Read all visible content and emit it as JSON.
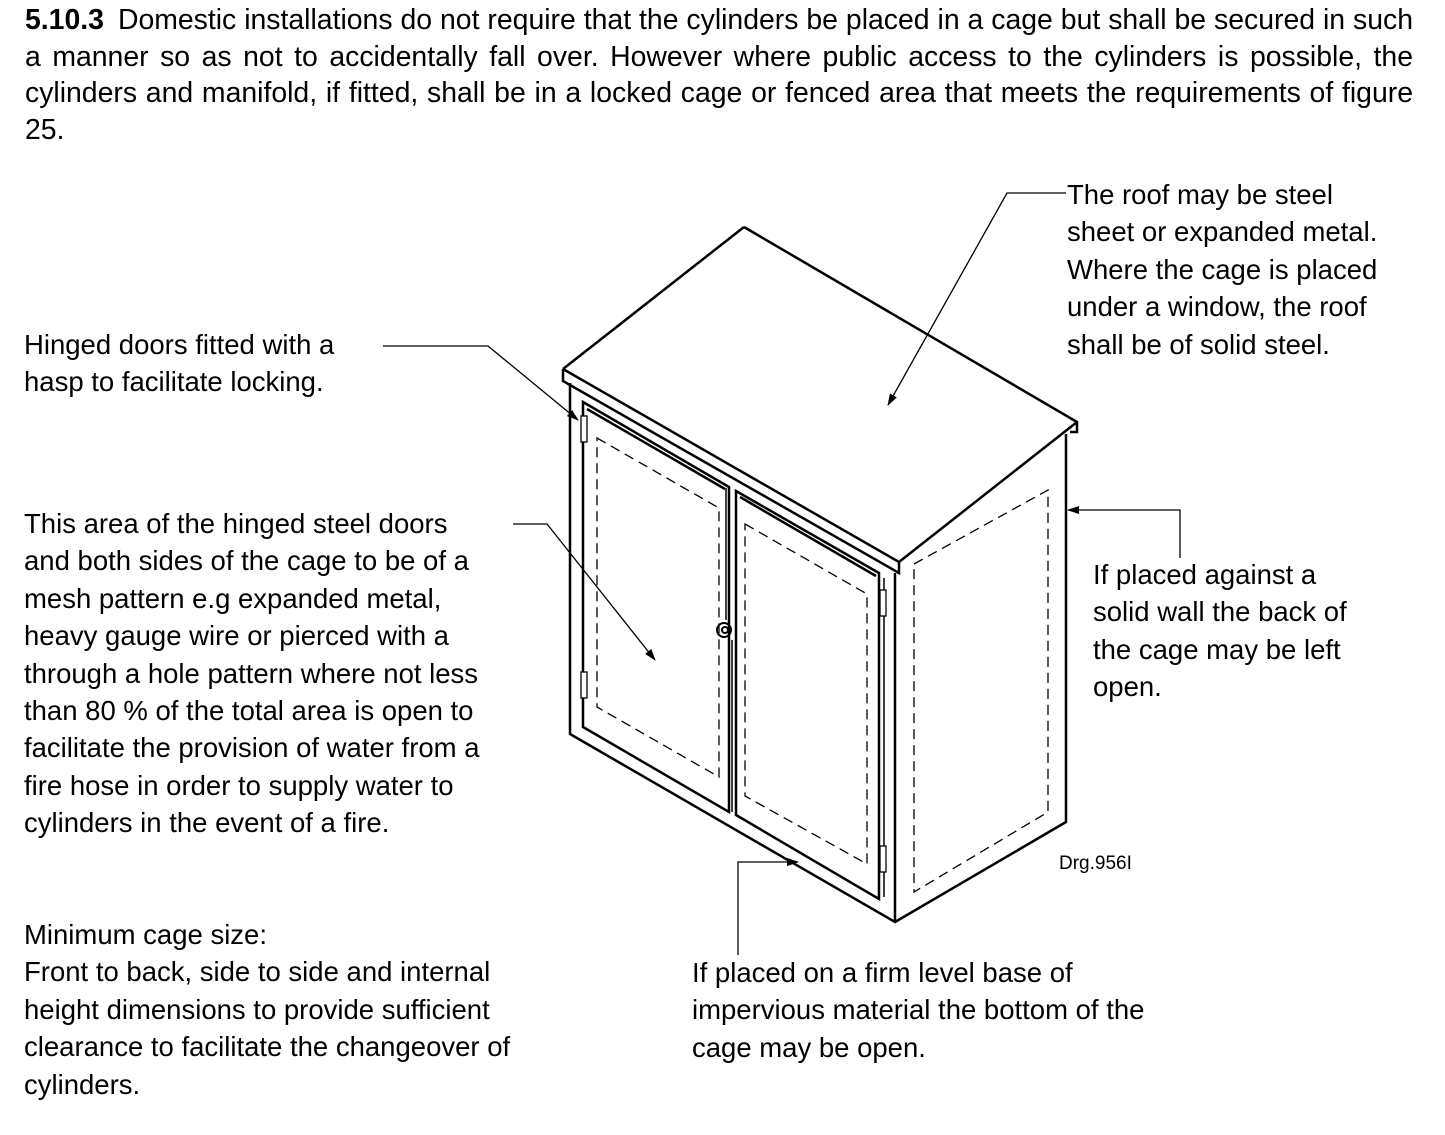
{
  "section": {
    "number": "5.10.3",
    "text": "Domestic installations do not require that the cylinders be placed in a cage but shall be secured in such a manner so as not to accidentally fall over. However where public access to the cylinders is possible, the cylinders and manifold, if fitted, shall be in a locked cage or fenced area that meets the requirements of figure 25."
  },
  "annotations": {
    "roof": "The roof may be steel\nsheet or expanded metal.\nWhere  the cage is placed\nunder a window, the roof\nshall be of solid steel.",
    "hinged_doors": "Hinged doors fitted with a\nhasp to facilitate locking.",
    "mesh": "This area of the hinged steel doors\nand both sides of the cage to be of a\nmesh pattern e.g expanded metal,\nheavy gauge wire or pierced with a\nthrough a hole pattern where not less\nthan 80 % of the total area is open to\nfacilitate the provision of water from a\nfire hose in order to supply water to\ncylinders in the event of a fire.",
    "back": "If placed against a\nsolid wall the back of\nthe cage may be left\nopen.",
    "minimum": "Minimum cage size:\nFront to back, side to side and internal\nheight dimensions to provide sufficient\nclearance to facilitate the changeover of\ncylinders.",
    "bottom": "If placed on a firm level base of\nimpervious material the bottom of the\ncage may be open."
  },
  "drawing_ref": "Drg.956I"
}
